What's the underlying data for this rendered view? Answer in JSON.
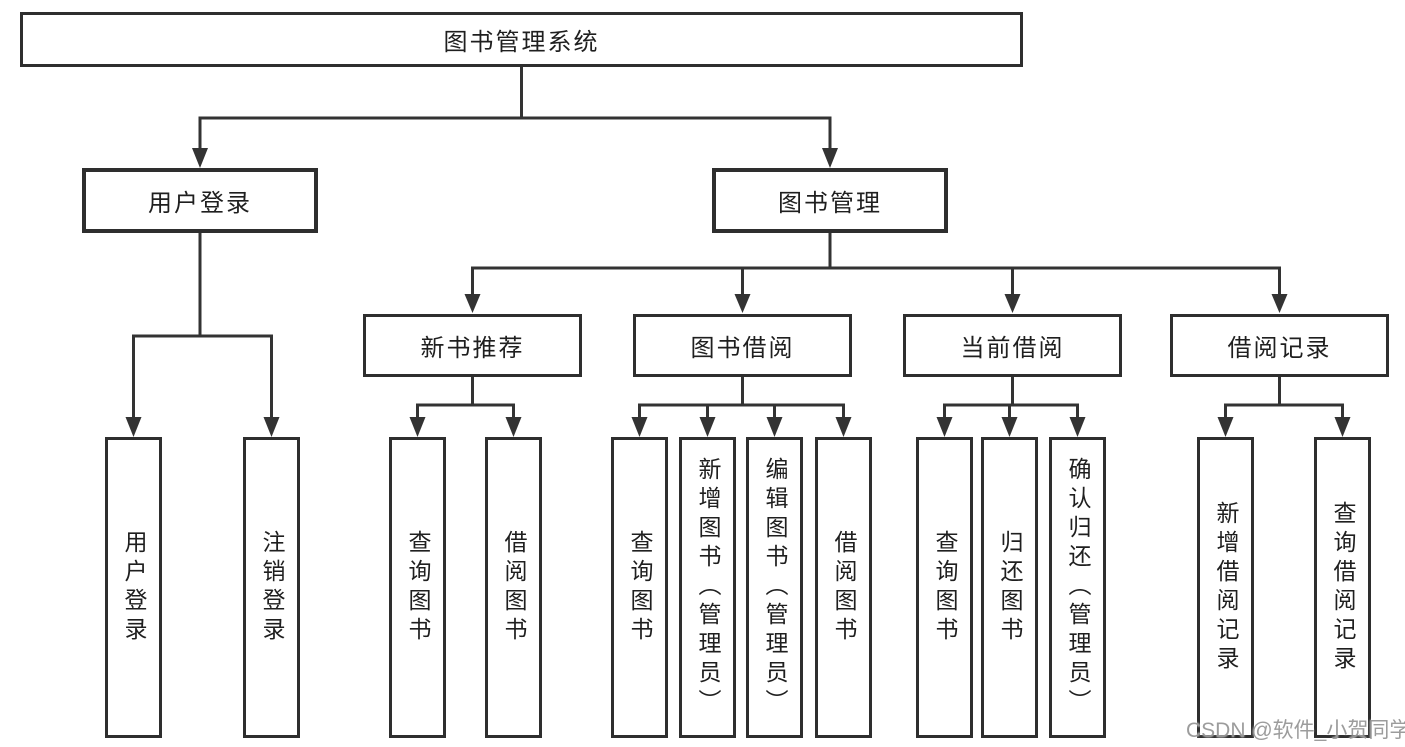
{
  "tree": {
    "root": {
      "label": "图书管理系统"
    },
    "branches": [
      {
        "label": "用户登录",
        "leaves": [
          {
            "label": "用户登录"
          },
          {
            "label": "注销登录"
          }
        ]
      },
      {
        "label": "图书管理",
        "groups": [
          {
            "label": "新书推荐",
            "leaves": [
              {
                "label": "查询图书"
              },
              {
                "label": "借阅图书"
              }
            ]
          },
          {
            "label": "图书借阅",
            "leaves": [
              {
                "label": "查询图书"
              },
              {
                "label": "新增图书（管理员）"
              },
              {
                "label": "编辑图书（管理员）"
              },
              {
                "label": "借阅图书"
              }
            ]
          },
          {
            "label": "当前借阅",
            "leaves": [
              {
                "label": "查询图书"
              },
              {
                "label": "归还图书"
              },
              {
                "label": "确认归还（管理员）"
              }
            ]
          },
          {
            "label": "借阅记录",
            "leaves": [
              {
                "label": "新增借阅记录"
              },
              {
                "label": "查询借阅记录"
              }
            ]
          }
        ]
      }
    ]
  },
  "watermark": "CSDN @软件_小贺同学"
}
